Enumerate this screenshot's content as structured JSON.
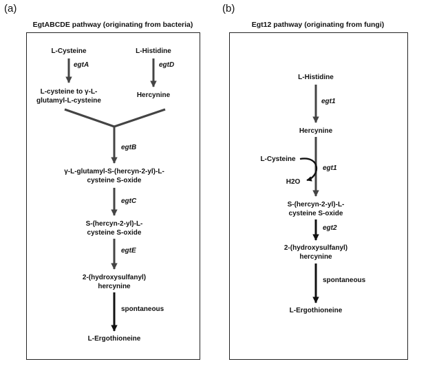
{
  "panel_a": {
    "letter": "(a)",
    "title": "EgtABCDE pathway (originating from bacteria)",
    "nodes": {
      "cysteine": "L-Cysteine",
      "histidine": "L-Histidine",
      "glutamyl": [
        "L-cysteine to γ-L-",
        "glutamyl-L-cysteine"
      ],
      "hercynine": "Hercynine",
      "sulfoxide_glutamyl": [
        "γ-L-glutamyl-S-(hercyn-2-yl)-L-",
        "cysteine S-oxide"
      ],
      "sulfoxide": [
        "S-(hercyn-2-yl)-L-",
        "cysteine S-oxide"
      ],
      "hydroxysulfanyl": [
        "2-(hydroxysulfanyl)",
        "hercynine"
      ],
      "ergothioneine": "L-Ergothioneine"
    },
    "enzymes": {
      "a": "egtA",
      "d": "egtD",
      "b": "egtB",
      "c": "egtC",
      "e": "egtE"
    },
    "spontaneous": "spontaneous"
  },
  "panel_b": {
    "letter": "(b)",
    "title": "Egt12 pathway (originating from fungi)",
    "nodes": {
      "histidine": "L-Histidine",
      "hercynine": "Hercynine",
      "cysteine": "L-Cysteine",
      "water": "H2O",
      "sulfoxide": [
        "S-(hercyn-2-yl)-L-",
        "cysteine S-oxide"
      ],
      "hydroxysulfanyl": [
        "2-(hydroxysulfanyl)",
        "hercynine"
      ],
      "ergothioneine": "L-Ergothioneine"
    },
    "enzymes": {
      "first": "egt1",
      "second": "egt1",
      "third": "egt2"
    },
    "spontaneous": "spontaneous"
  },
  "colors": {
    "enzymatic_arrow": "#444444",
    "spontaneous_arrow": "#111111",
    "text": "#111111",
    "frame": "#222222"
  }
}
